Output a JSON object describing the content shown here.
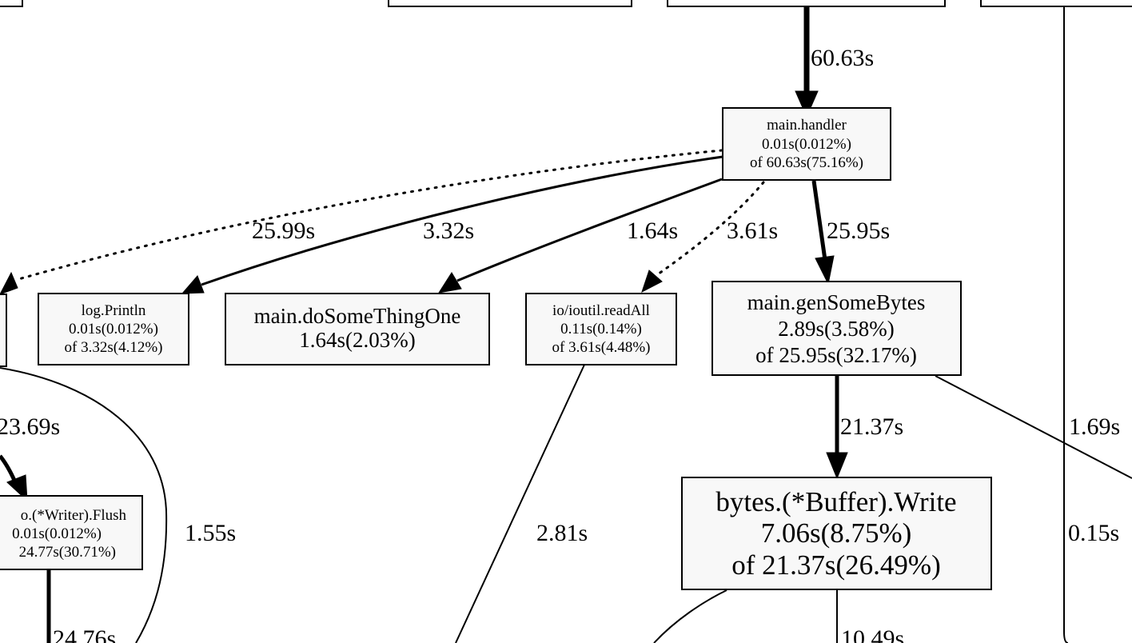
{
  "nodes": {
    "main_handler": {
      "name": "main.handler",
      "flat": "0.01s(0.012%)",
      "cum": "of 60.63s(75.16%)"
    },
    "log_println": {
      "name": "log.Println",
      "flat": "0.01s(0.012%)",
      "cum": "of 3.32s(4.12%)"
    },
    "main_dosomethingone": {
      "name": "main.doSomeThingOne",
      "flat": "1.64s(2.03%)"
    },
    "ioutil_readall": {
      "name": "io/ioutil.readAll",
      "flat": "0.11s(0.14%)",
      "cum": "of 3.61s(4.48%)"
    },
    "main_gensomebytes": {
      "name": "main.genSomeBytes",
      "flat": "2.89s(3.58%)",
      "cum": "of 25.95s(32.17%)"
    },
    "buffer_write": {
      "name": "bytes.(*Buffer).Write",
      "flat": "7.06s(8.75%)",
      "cum": "of 21.37s(26.49%)"
    },
    "writer_flush": {
      "name": "o.(*Writer).Flush",
      "flat": "0.01s(0.012%)",
      "cum": "24.77s(30.71%)"
    }
  },
  "edges": {
    "into_handler": "60.63s",
    "handler_left": "25.99s",
    "handler_println": "3.32s",
    "handler_dosomething": "1.64s",
    "handler_readall": "3.61s",
    "handler_gensome": "25.95s",
    "gensome_write": "21.37s",
    "left_flush": "23.69s",
    "right_169": "1.69s",
    "left_155": "1.55s",
    "readall_down": "2.81s",
    "right_015": "0.15s",
    "flush_down": "24.76s",
    "write_down": "10.49s"
  }
}
